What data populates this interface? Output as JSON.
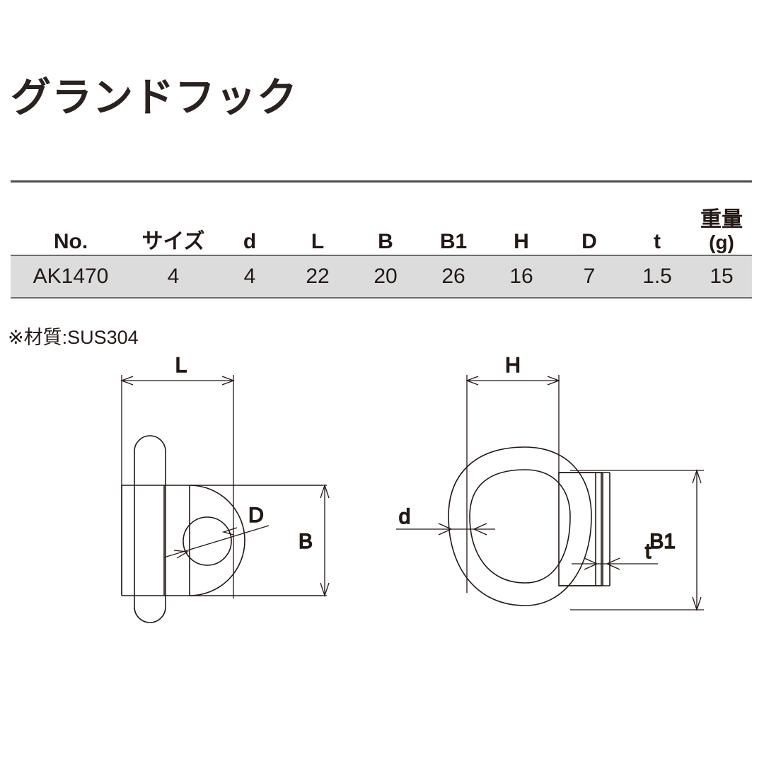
{
  "page": {
    "title": "グランドフック",
    "material_note": "※材質:SUS304",
    "background_color": "#ffffff",
    "text_color": "#231815",
    "row_highlight_color": "#dcdcdc",
    "rule_color": "#4d4d4d"
  },
  "table": {
    "headers": {
      "no": "No.",
      "size": "サイズ",
      "d": "d",
      "L": "L",
      "B": "B",
      "B1": "B1",
      "H": "H",
      "D": "D",
      "t": "t",
      "weight_main": "重量",
      "weight_unit": "(g)"
    },
    "rows": [
      {
        "no": "AK1470",
        "size": "4",
        "d": "4",
        "L": "22",
        "B": "20",
        "B1": "26",
        "H": "16",
        "D": "7",
        "t": "1.5",
        "weight": "15"
      }
    ]
  },
  "drawings": {
    "left": {
      "name": "front-view",
      "dimension_labels": {
        "L": "L",
        "B": "B",
        "D": "D"
      }
    },
    "right": {
      "name": "side-view",
      "dimension_labels": {
        "H": "H",
        "B1": "B1",
        "d": "d",
        "t": "t"
      }
    }
  }
}
